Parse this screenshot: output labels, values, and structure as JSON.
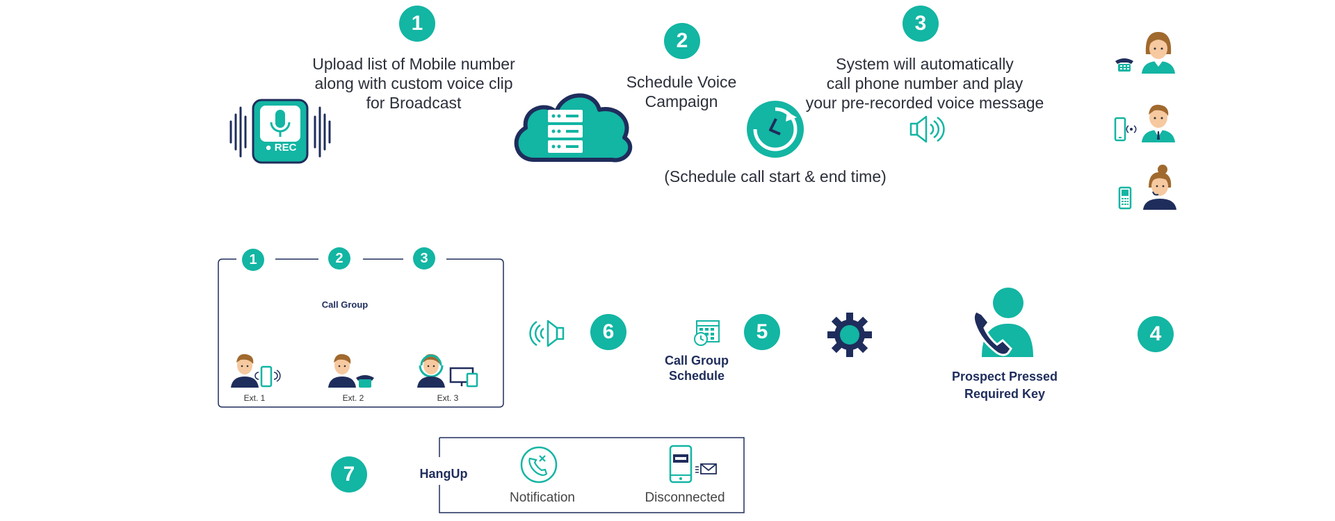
{
  "steps": {
    "s1": {
      "num": "1",
      "lines": [
        "Upload list of Mobile number",
        "along with custom voice clip",
        "for Broadcast"
      ]
    },
    "s2": {
      "num": "2",
      "lines": [
        "Schedule Voice",
        "Campaign"
      ],
      "note": "(Schedule call start & end time)"
    },
    "s3": {
      "num": "3",
      "lines": [
        "System will automatically",
        "call phone number and play",
        "your pre-recorded voice message"
      ]
    },
    "s4": {
      "num": "4",
      "lines": [
        "Prospect Pressed",
        "Required Key"
      ]
    },
    "s5": {
      "num": "5",
      "lines": [
        "Call Group",
        "Schedule"
      ]
    },
    "s6": {
      "num": "6"
    },
    "s7": {
      "num": "7",
      "label": "HangUp"
    }
  },
  "rec_label": "● REC",
  "call_group": {
    "title": "Call Group",
    "badges": [
      "1",
      "2",
      "3"
    ],
    "extensions": [
      "Ext. 1",
      "Ext. 2",
      "Ext. 3"
    ]
  },
  "hangup": {
    "items": [
      "Notification",
      "Disconnected"
    ]
  },
  "colors": {
    "teal": "#13b5a3",
    "navy": "#1f2d5c"
  },
  "icons": [
    "microphone-rec-icon",
    "cloud-server-icon",
    "clock-refresh-icon",
    "speaker-icon",
    "telephone-icon",
    "mobile-phone-icon",
    "person-phone-icon",
    "gear-icon",
    "calendar-clock-icon",
    "hangup-phone-icon",
    "mobile-message-icon"
  ]
}
